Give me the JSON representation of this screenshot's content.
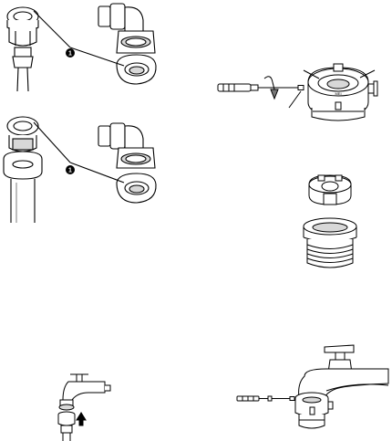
{
  "figures": {
    "hose_connection_top": {
      "callout": "1"
    },
    "hose_connection_bottom": {
      "callout": "1"
    },
    "adapter_label": "MEI"
  },
  "icons": [
    "screwdriver-icon",
    "rotation-arrow-icon",
    "upward-arrow-icon"
  ],
  "colors": {
    "line": "#000000",
    "fill": "#ffffff",
    "shade": "#d8d8d8",
    "dark": "#555555"
  }
}
